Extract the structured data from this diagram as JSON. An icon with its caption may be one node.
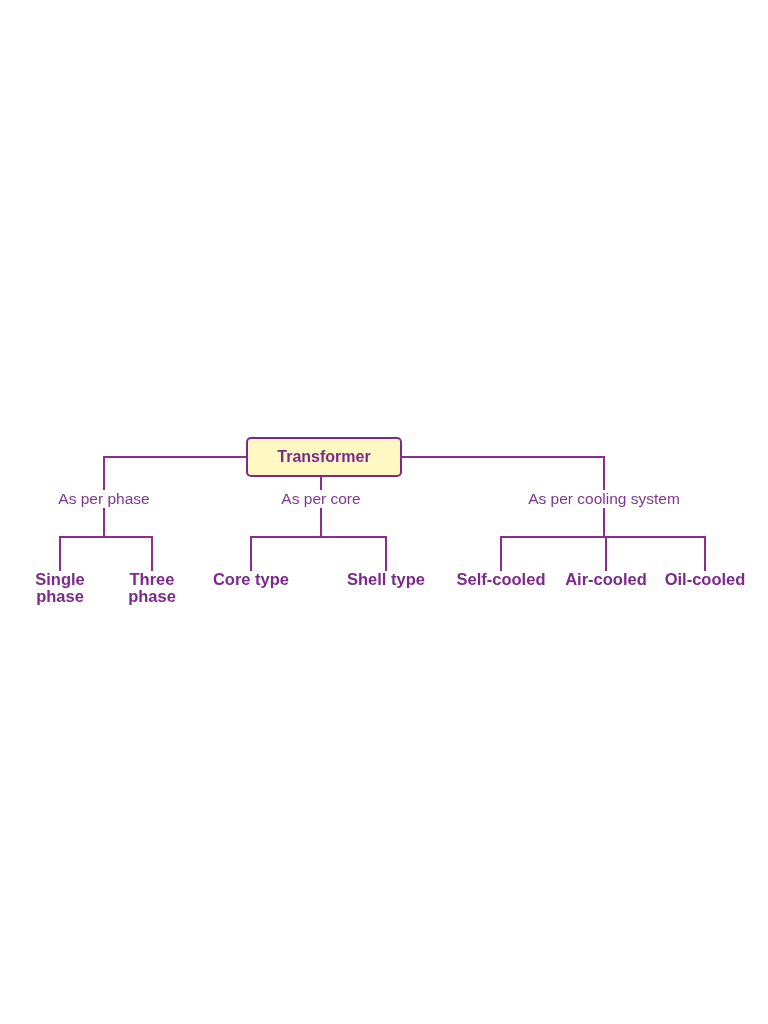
{
  "diagram": {
    "nodes": [
      {
        "text": [
          "Transformer"
        ]
      },
      {
        "text": [
          "As per phase"
        ]
      },
      {
        "text": [
          "As per core"
        ]
      },
      {
        "text": [
          "As per cooling system"
        ]
      },
      {
        "text": [
          "Single phase"
        ]
      },
      {
        "text": [
          "Three phase"
        ]
      },
      {
        "text": [
          "Core type"
        ]
      },
      {
        "text": [
          "Shell type"
        ]
      },
      {
        "text": [
          "Self-cooled"
        ]
      },
      {
        "text": [
          "Air-cooled"
        ]
      },
      {
        "text": [
          "Oil-cooled"
        ]
      }
    ],
    "edges": [
      {
        "from": 0,
        "to": 1,
        "arrow": "none"
      },
      {
        "from": 0,
        "to": 2,
        "arrow": "none"
      },
      {
        "from": 0,
        "to": 3,
        "arrow": "none"
      },
      {
        "from": 1,
        "to": 4,
        "arrow": "none"
      },
      {
        "from": 1,
        "to": 5,
        "arrow": "none"
      },
      {
        "from": 2,
        "to": 6,
        "arrow": "none"
      },
      {
        "from": 2,
        "to": 7,
        "arrow": "none"
      },
      {
        "from": 3,
        "to": 8,
        "arrow": "none"
      },
      {
        "from": 3,
        "to": 9,
        "arrow": "none"
      },
      {
        "from": 3,
        "to": 10,
        "arrow": "none"
      }
    ]
  }
}
